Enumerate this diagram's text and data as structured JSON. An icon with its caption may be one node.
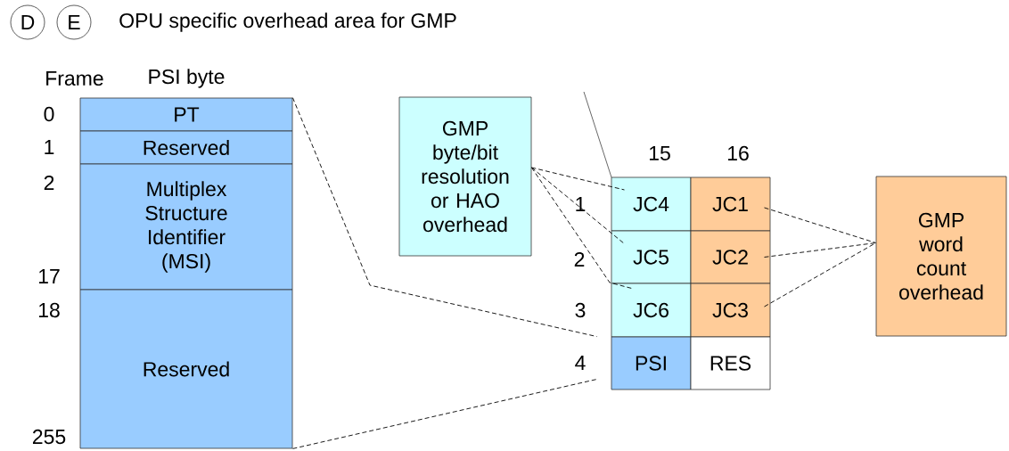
{
  "diagram": {
    "title": "OPU specific overhead area for GMP",
    "nodes": [
      {
        "text": [
          "D"
        ]
      },
      {
        "text": [
          "E"
        ]
      },
      {
        "text": [
          "PT"
        ]
      },
      {
        "text": [
          "Reserved"
        ]
      },
      {
        "text": [
          "Multiplex Structure Identifier (MSI)"
        ]
      },
      {
        "text": [
          "Reserved"
        ]
      },
      {
        "text": [
          "GMP byte/bit resolution or HAO overhead"
        ]
      },
      {
        "text": [
          "JC4"
        ]
      },
      {
        "text": [
          "JC1"
        ]
      },
      {
        "text": [
          "JC5"
        ]
      },
      {
        "text": [
          "JC2"
        ]
      },
      {
        "text": [
          "JC6"
        ]
      },
      {
        "text": [
          "JC3"
        ]
      },
      {
        "text": [
          "PSI"
        ]
      },
      {
        "text": [
          "RES"
        ]
      },
      {
        "text": [
          "GMP word count overhead"
        ]
      }
    ],
    "edges": [
      {
        "from": 2,
        "to": 13,
        "arrow": "none",
        "style": "dashed"
      },
      {
        "from": 5,
        "to": 13,
        "arrow": "none",
        "style": "dashed"
      },
      {
        "from": 6,
        "to": 7,
        "arrow": "none",
        "style": "dashed"
      },
      {
        "from": 6,
        "to": 9,
        "arrow": "none",
        "style": "dashed"
      },
      {
        "from": 6,
        "to": 11,
        "arrow": "none",
        "style": "dashed"
      },
      {
        "from": 8,
        "to": 15,
        "arrow": "none",
        "style": "dashed"
      },
      {
        "from": 10,
        "to": 15,
        "arrow": "none",
        "style": "dashed"
      },
      {
        "from": 12,
        "to": 15,
        "arrow": "none",
        "style": "dashed"
      }
    ],
    "labels": [
      "Frame",
      "PSI byte",
      "0",
      "1",
      "2",
      "17",
      "18",
      "255",
      "15",
      "16",
      "1",
      "2",
      "3",
      "4"
    ]
  }
}
